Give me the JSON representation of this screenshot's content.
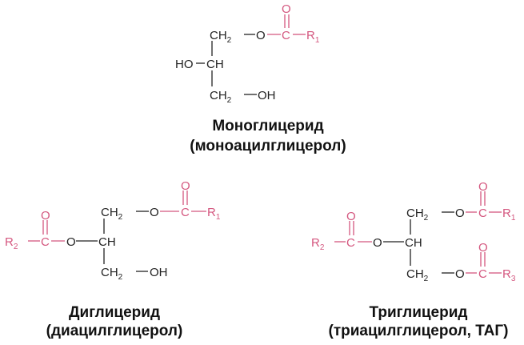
{
  "colors": {
    "skeleton": "#222222",
    "acyl": "#d4577f",
    "caption": "#111111"
  },
  "mono": {
    "name": "Моноглицерид",
    "alt_name": "(моноацилглицерол)",
    "atoms": {
      "ch2_top": "CH",
      "ch2_top_sub": "2",
      "o_ester": "O",
      "c_carbonyl": "C",
      "o_carbonyl": "O",
      "r": "R",
      "r_sub": "1",
      "ho": "HO",
      "ch": "CH",
      "ch2_bottom": "CH",
      "ch2_bottom_sub": "2",
      "oh": "OH"
    }
  },
  "di": {
    "name": "Диглицерид",
    "alt_name": "(диацилглицерол)",
    "atoms": {
      "ch2_top": "CH",
      "ch2_top_sub": "2",
      "o_ester_top": "O",
      "c_carbonyl_top": "C",
      "o_carbonyl_top": "O",
      "r1": "R",
      "r1_sub": "1",
      "r2": "R",
      "r2_sub": "2",
      "c_carbonyl_left": "C",
      "o_carbonyl_left": "O",
      "o_ester_left": "O",
      "ch": "CH",
      "ch2_bottom": "CH",
      "ch2_bottom_sub": "2",
      "oh": "OH"
    }
  },
  "tri": {
    "name": "Триглицерид",
    "alt_name": "(триацилглицерол, ТАГ)",
    "atoms": {
      "ch2_top": "CH",
      "ch2_top_sub": "2",
      "o_ester_top": "O",
      "c_carbonyl_top": "C",
      "o_carbonyl_top": "O",
      "r1": "R",
      "r1_sub": "1",
      "r2": "R",
      "r2_sub": "2",
      "c_carbonyl_left": "C",
      "o_carbonyl_left": "O",
      "o_ester_left": "O",
      "ch": "CH",
      "ch2_bottom": "CH",
      "ch2_bottom_sub": "2",
      "o_ester_bottom": "O",
      "c_carbonyl_bottom": "C",
      "o_carbonyl_bottom": "O",
      "r3": "R",
      "r3_sub": "3"
    }
  }
}
